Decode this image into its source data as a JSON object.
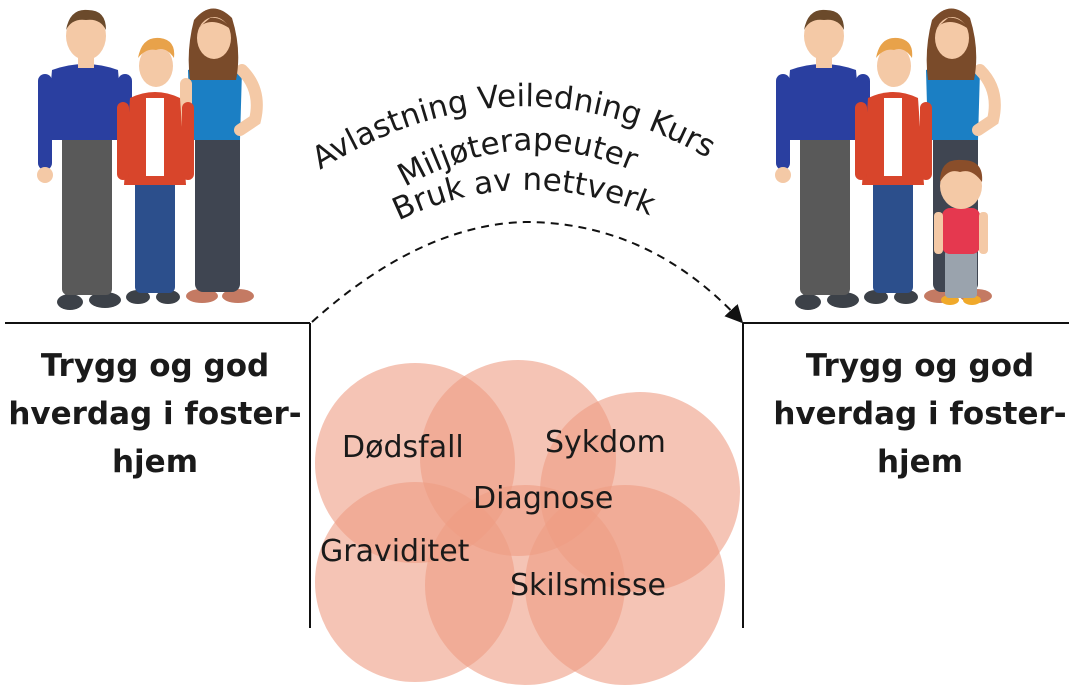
{
  "arc_text": {
    "line1": "Avlastning Veiledning Kurs",
    "line2": "Miljøterapeuter",
    "line3": "Bruk av nettverk"
  },
  "left_label": {
    "line1": "Trygg og god",
    "line2": "hverdag i foster-",
    "line3": "hjem"
  },
  "right_label": {
    "line1": "Trygg og god",
    "line2": "hverdag i foster-",
    "line3": "hjem"
  },
  "events": {
    "dodsfall": "Dødsfall",
    "sykdom": "Sykdom",
    "diagnose": "Diagnose",
    "graviditet": "Graviditet",
    "skilsmisse": "Skilsmisse"
  },
  "colors": {
    "circle_fill": "#ef9c84",
    "shirt_blue": "#2a3fa0",
    "top_blue": "#1b7fc4",
    "plaid_red": "#d8452b",
    "jeans": "#2c4f8c",
    "kid_shirt": "#e5384f",
    "line": "#111111"
  }
}
